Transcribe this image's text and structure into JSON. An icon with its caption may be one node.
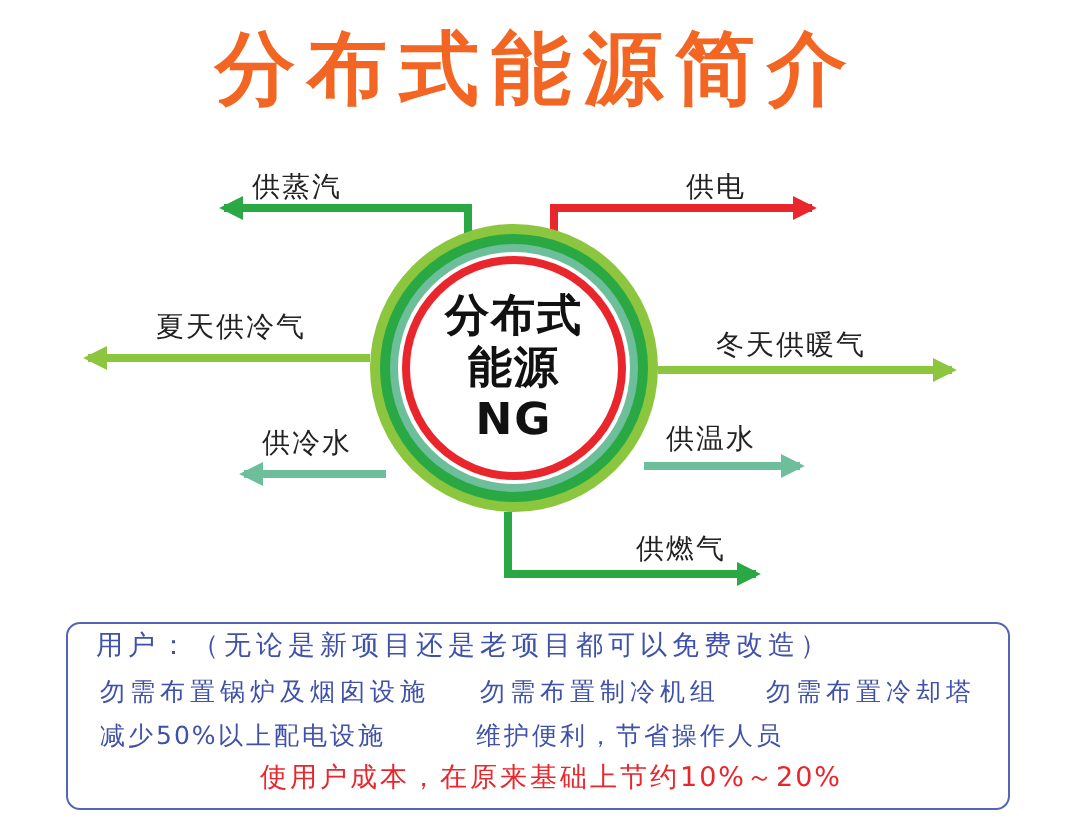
{
  "diagram": {
    "title": "分布式能源简介",
    "nodes": [
      {
        "text": [
          "分布式能源NG"
        ]
      },
      {
        "text": [
          "用户：（无论是新项目还是老项目都可以免费改造）",
          "勿需布置锅炉及烟囱设施",
          "勿需布置制冷机组",
          "勿需布置冷却塔",
          "减少50%以上配电设施",
          "维护便利，节省操作人员",
          "使用户成本，在原来基础上节约10%～20%"
        ]
      },
      {
        "text": [
          "供蒸汽"
        ]
      },
      {
        "text": [
          "供电"
        ]
      },
      {
        "text": [
          "夏天供冷气"
        ]
      },
      {
        "text": [
          "冬天供暖气"
        ]
      },
      {
        "text": [
          "供冷水"
        ]
      },
      {
        "text": [
          "供温水"
        ]
      },
      {
        "text": [
          "供燃气"
        ]
      }
    ],
    "edges": [
      {
        "from": 0,
        "to": 2,
        "arrow": "to",
        "color": "#2aa844"
      },
      {
        "from": 0,
        "to": 3,
        "arrow": "to",
        "color": "#e8262b"
      },
      {
        "from": 0,
        "to": 4,
        "arrow": "to",
        "color": "#8cc63f"
      },
      {
        "from": 0,
        "to": 5,
        "arrow": "to",
        "color": "#8cc63f"
      },
      {
        "from": 0,
        "to": 6,
        "arrow": "to",
        "color": "#6dbf9b"
      },
      {
        "from": 0,
        "to": 7,
        "arrow": "to",
        "color": "#6dbf9b"
      },
      {
        "from": 0,
        "to": 8,
        "arrow": "to",
        "color": "#2aa844"
      }
    ]
  }
}
